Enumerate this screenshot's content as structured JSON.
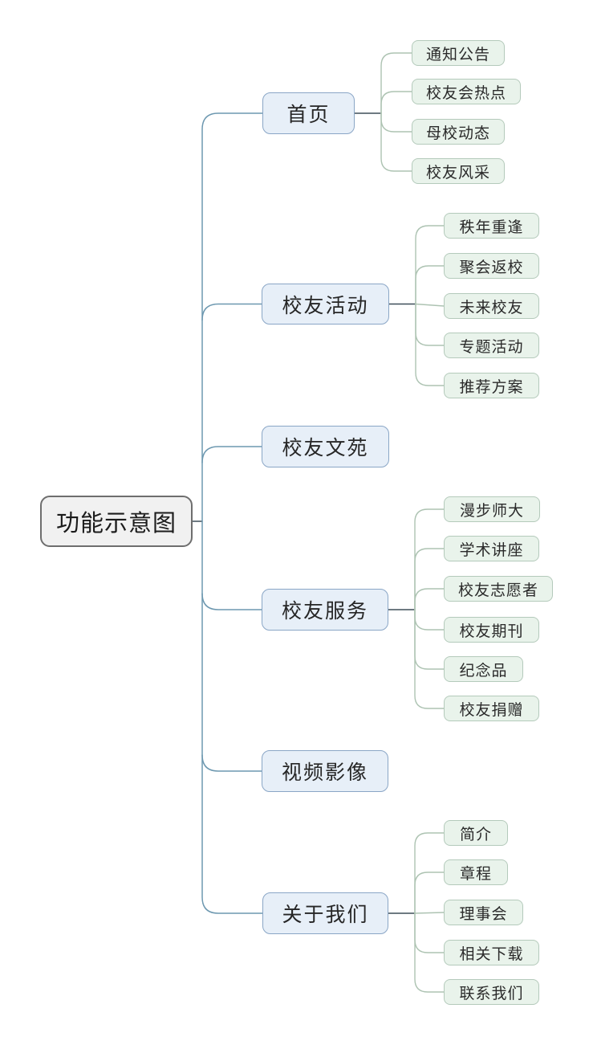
{
  "diagram": {
    "type": "mindmap",
    "title": "功能示意图"
  },
  "colors": {
    "root_fill": "#f1f1f1",
    "root_border": "#6e6e6e",
    "level1_fill": "#e7eff8",
    "level1_border": "#8aa6c6",
    "level2_fill": "#e9f3eb",
    "level2_border": "#b4cabb",
    "trunk_line": "#6d98b0",
    "stub_line": "#3e4e59",
    "child_line": "#adc3b2"
  },
  "tree": {
    "root": {
      "id": "root",
      "label": "功能示意图"
    },
    "branches": [
      {
        "id": "home",
        "label": "首页",
        "children": [
          {
            "label": "通知公告"
          },
          {
            "label": "校友会热点"
          },
          {
            "label": "母校动态"
          },
          {
            "label": "校友风采"
          }
        ]
      },
      {
        "id": "alumni-activities",
        "label": "校友活动",
        "children": [
          {
            "label": "秩年重逢"
          },
          {
            "label": "聚会返校"
          },
          {
            "label": "未来校友"
          },
          {
            "label": "专题活动"
          },
          {
            "label": "推荐方案"
          }
        ]
      },
      {
        "id": "alumni-literature",
        "label": "校友文苑",
        "children": []
      },
      {
        "id": "alumni-services",
        "label": "校友服务",
        "children": [
          {
            "label": "漫步师大"
          },
          {
            "label": "学术讲座"
          },
          {
            "label": "校友志愿者"
          },
          {
            "label": "校友期刊"
          },
          {
            "label": "纪念品"
          },
          {
            "label": "校友捐赠"
          }
        ]
      },
      {
        "id": "video-media",
        "label": "视频影像",
        "children": []
      },
      {
        "id": "about-us",
        "label": "关于我们",
        "children": [
          {
            "label": "简介"
          },
          {
            "label": "章程"
          },
          {
            "label": "理事会"
          },
          {
            "label": "相关下载"
          },
          {
            "label": "联系我们"
          }
        ]
      }
    ]
  }
}
